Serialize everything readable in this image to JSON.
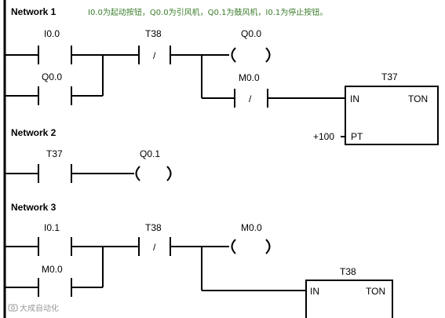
{
  "networks": [
    {
      "title": "Network 1",
      "comment": "I0.0为起动按钮，Q0.0为引风机，Q0.1为鼓风机，I0.1为停止按钮。",
      "contacts": [
        "I0.0",
        "Q0.0",
        "T38",
        "M0.0"
      ],
      "coils": [
        "Q0.0"
      ],
      "timer": {
        "name": "T37",
        "input": "IN",
        "type": "TON",
        "preset_input": "PT",
        "preset": "+100"
      }
    },
    {
      "title": "Network 2",
      "contacts": [
        "T37"
      ],
      "coils": [
        "Q0.1"
      ]
    },
    {
      "title": "Network 3",
      "contacts": [
        "I0.1",
        "M0.0",
        "T38"
      ],
      "coils": [
        "M0.0"
      ],
      "timer": {
        "name": "T38",
        "input": "IN",
        "type": "TON"
      }
    }
  ],
  "symbols": {
    "negated_contact": "/",
    "coil_open": "(",
    "coil_close": ")"
  },
  "watermark": "大成自动化",
  "icons": {
    "watermark_logo": "camera-icon"
  }
}
